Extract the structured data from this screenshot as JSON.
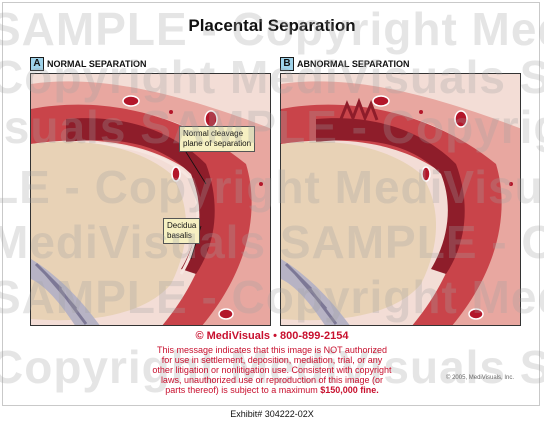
{
  "title": "Placental Separation",
  "panels": [
    {
      "letter": "A",
      "label": "NORMAL SEPARATION"
    },
    {
      "letter": "B",
      "label": "ABNORMAL SEPARATION"
    }
  ],
  "callouts": {
    "cleavage": [
      "Normal cleavage",
      "plane of separation"
    ],
    "decidua": [
      "Decidua",
      "basalis"
    ]
  },
  "copyright_line": "© MediVisuals • 800-899-2154",
  "warning": {
    "lines": [
      "This message indicates that this image is NOT authorized",
      "for use in settlement, deposition, mediation, trial, or any",
      "other litigation or nonlitigation use.  Consistent with copyright",
      "laws, unauthorized use or reproduction of this image (or"
    ],
    "last_prefix": "parts thereof) is subject to a maximum ",
    "fine": "$150,000 fine."
  },
  "small_copyright": "© 2005, MediVisuals, Inc.",
  "exhibit": "Exhibit# 304222-02X",
  "watermark_lines": [
    "SAMPLE - Copyright MediVisuals",
    "Copyright MediVisuals SAMPLE",
    "isuals SAMPLE - Copyright Me",
    "LE - Copyright MediVisuals",
    "MediVisuals SAMPLE - Copy",
    "SAMPLE - Copyright MediVisuals",
    "Copyright MediVisuals SAMPLE"
  ],
  "colors": {
    "accent_red": "#c8102e",
    "label_box": "#9fd3ea",
    "callout_bg": "#f6f0c2"
  }
}
